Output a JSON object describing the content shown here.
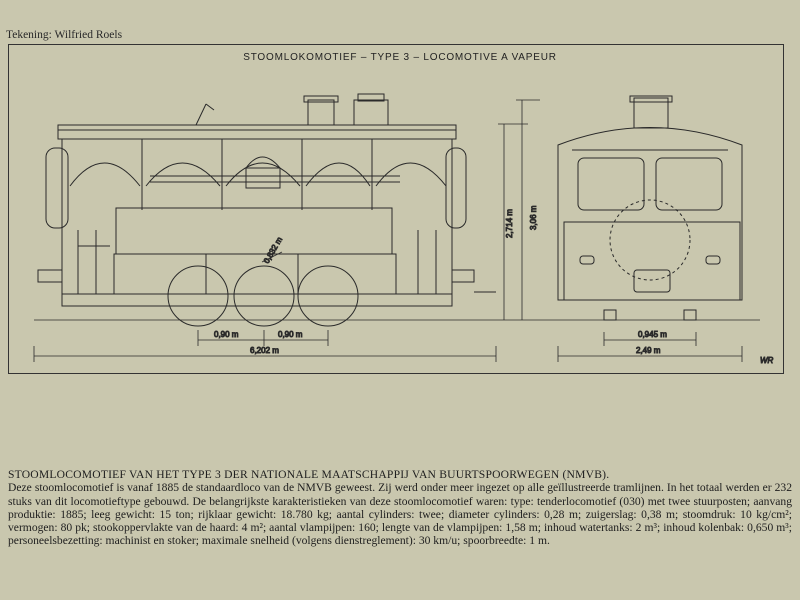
{
  "credit": "Tekening: Wilfried Roels",
  "drawing": {
    "title": "STOOMLOKOMOTIEF – TYPE 3 – LOCOMOTIVE A VAPEUR",
    "dimensions": {
      "wheel_spacing_1": "0,90 m",
      "wheel_spacing_2": "0,90 m",
      "total_length": "6,202 m",
      "wheel_diameter": "0,832 m",
      "height_1": "2,714 m",
      "height_2": "3,06 m",
      "gauge": "0,945 m",
      "width": "2,49 m"
    },
    "signature": "WR"
  },
  "caption": {
    "heading": "STOOMLOCOMOTIEF VAN HET TYPE 3 DER NATIONALE MAATSCHAPPIJ VAN BUURTSPOORWEGEN (NMVB).",
    "body": "Deze stoomlocomotief is vanaf 1885 de standaardloco van de NMVB geweest. Zij werd onder meer ingezet op alle geïllustreerde tramlijnen. In het totaal werden er 232 stuks van dit locomotieftype gebouwd. De belangrijkste karakteristieken van deze stoomlocomotief waren: type: tenderlocomotief (030) met twee stuurposten; aanvang produktie: 1885; leeg gewicht: 15 ton; rijklaar gewicht: 18.780 kg; aantal cylinders: twee; diameter cylinders: 0,28 m; zuigerslag: 0,38 m; stoomdruk: 10 kg/cm²; vermogen: 80 pk; stookoppervlakte van de haard: 4 m²; aantal vlampijpen: 160; lengte van de vlampijpen: 1,58 m; inhoud watertanks: 2 m³; inhoud kolenbak: 0,650 m³; personeelsbezetting: machinist en stoker; maximale snelheid (volgens dienstreglement): 30 km/u; spoorbreedte: 1 m."
  }
}
